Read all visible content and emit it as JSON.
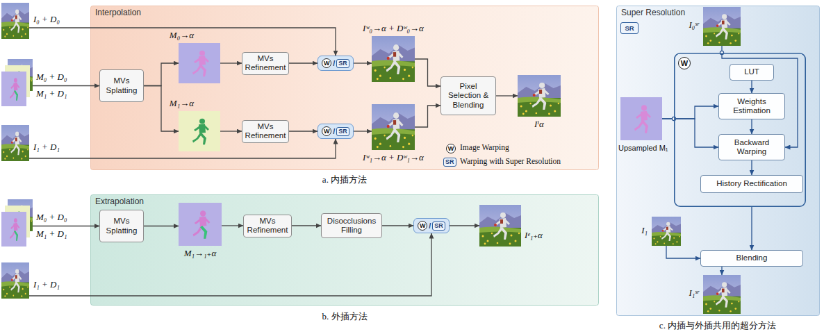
{
  "diagram": {
    "nodes": [
      {
        "text": [
          "I₀ + D₀"
        ]
      },
      {
        "text": [
          "M₀ + D₀",
          "M₁ + D₁"
        ]
      },
      {
        "text": [
          "I₁ + D₁"
        ]
      },
      {
        "text": [
          "Interpolation"
        ]
      },
      {
        "text": [
          "MVs Splatting"
        ],
        "in": 3
      },
      {
        "text": [
          "M₀→α"
        ],
        "in": 3
      },
      {
        "text": [
          "M₁→α"
        ],
        "in": 3
      },
      {
        "text": [
          "MVs Refinement"
        ],
        "in": 3
      },
      {
        "text": [
          "MVs Refinement"
        ],
        "in": 3
      },
      {
        "text": [
          "W",
          "/",
          "SR"
        ],
        "in": 3
      },
      {
        "text": [
          "W",
          "/",
          "SR"
        ],
        "in": 3
      },
      {
        "text": [
          "Iʷ₀→α + Dʷ₀→α"
        ],
        "in": 3
      },
      {
        "text": [
          "Iʷ₁→α + Dʷ₁→α"
        ],
        "in": 3
      },
      {
        "text": [
          "Pixel Selection & Blending"
        ],
        "in": 3
      },
      {
        "text": [
          "Iⁱα"
        ],
        "in": 3
      },
      {
        "text": [
          "M₀ + D₀",
          "M₁ + D₁"
        ]
      },
      {
        "text": [
          "I₁ + D₁"
        ]
      },
      {
        "text": [
          "Extrapolation"
        ]
      },
      {
        "text": [
          "MVs Splatting"
        ],
        "in": 17
      },
      {
        "text": [
          "M₁→₁₊α"
        ],
        "in": 17
      },
      {
        "text": [
          "MVs Refinement"
        ],
        "in": 17
      },
      {
        "text": [
          "Disocclusions Filling"
        ],
        "in": 17
      },
      {
        "text": [
          "W",
          "/",
          "SR"
        ],
        "in": 17
      },
      {
        "text": [
          "Iᵉ₁₊α"
        ],
        "in": 17
      },
      {
        "text": [
          "Super Resolution"
        ]
      },
      {
        "text": [
          "SR"
        ],
        "in": 24
      },
      {
        "text": [
          "I₀ˢʳ"
        ],
        "in": 24
      },
      {
        "text": [
          "W"
        ],
        "in": 24
      },
      {
        "text": [
          "LUT"
        ],
        "in": 27
      },
      {
        "text": [
          "Weights Estimation"
        ],
        "in": 27
      },
      {
        "text": [
          "Backward Warping"
        ],
        "in": 27
      },
      {
        "text": [
          "History Rectification"
        ],
        "in": 27
      },
      {
        "text": [
          "Upsampled M₁"
        ],
        "in": 24
      },
      {
        "text": [
          "I₁"
        ],
        "in": 24
      },
      {
        "text": [
          "Blending"
        ],
        "in": 24
      },
      {
        "text": [
          "I₁ˢʳ"
        ],
        "in": 24
      }
    ],
    "edges": [
      {
        "from": 1,
        "to": 4,
        "arrow": "to"
      },
      {
        "from": 4,
        "to": 5,
        "arrow": "to"
      },
      {
        "from": 4,
        "to": 6,
        "arrow": "to"
      },
      {
        "from": 5,
        "to": 7,
        "arrow": "to"
      },
      {
        "from": 6,
        "to": 8,
        "arrow": "to"
      },
      {
        "from": 7,
        "to": 9,
        "arrow": "to"
      },
      {
        "from": 8,
        "to": 10,
        "arrow": "to"
      },
      {
        "from": 0,
        "to": 9,
        "arrow": "to"
      },
      {
        "from": 2,
        "to": 10,
        "arrow": "to"
      },
      {
        "from": 9,
        "to": 11,
        "arrow": "to"
      },
      {
        "from": 10,
        "to": 12,
        "arrow": "to"
      },
      {
        "from": 11,
        "to": 13,
        "arrow": "to"
      },
      {
        "from": 12,
        "to": 13,
        "arrow": "to"
      },
      {
        "from": 13,
        "to": 14,
        "arrow": "to"
      },
      {
        "from": 15,
        "to": 18,
        "arrow": "to"
      },
      {
        "from": 18,
        "to": 19,
        "arrow": "to"
      },
      {
        "from": 19,
        "to": 20,
        "arrow": "to"
      },
      {
        "from": 20,
        "to": 21,
        "arrow": "to"
      },
      {
        "from": 21,
        "to": 22,
        "arrow": "to"
      },
      {
        "from": 22,
        "to": 23,
        "arrow": "to"
      },
      {
        "from": 16,
        "to": 22,
        "arrow": "to"
      },
      {
        "from": 26,
        "to": 30,
        "arrow": "to"
      },
      {
        "from": 32,
        "to": 29,
        "arrow": "to"
      },
      {
        "from": 32,
        "to": 30,
        "arrow": "to"
      },
      {
        "from": 28,
        "to": 29,
        "arrow": "to"
      },
      {
        "from": 29,
        "to": 30,
        "arrow": "to"
      },
      {
        "from": 30,
        "to": 31,
        "arrow": "to"
      },
      {
        "from": 27,
        "to": 34,
        "arrow": "to"
      },
      {
        "from": 33,
        "to": 34,
        "arrow": "to"
      },
      {
        "from": 34,
        "to": 35,
        "arrow": "to"
      }
    ],
    "labels": [
      "W",
      "SR",
      "a. 内插方法",
      "b. 外插方法",
      "c. 内插与外插共用的超分方法"
    ],
    "legend": [
      {
        "text": "Image Warping"
      },
      {
        "text": "Warping with Super Resolution"
      }
    ]
  }
}
